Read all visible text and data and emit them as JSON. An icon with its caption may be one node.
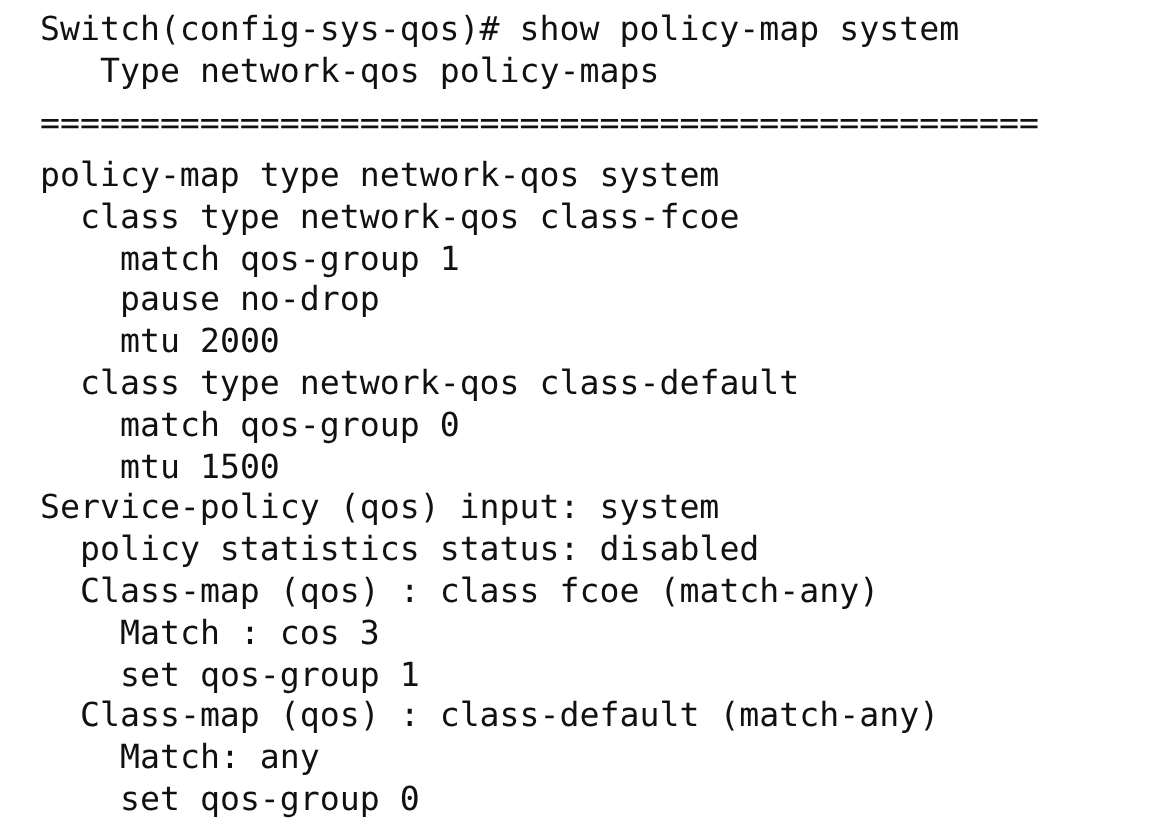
{
  "diagram": {
    "labels": [
      "Switch(config-sys-qos)# show policy-map system",
      "Type network-qos policy-maps",
      "==================================================",
      "policy-map type network-qos system",
      "class type network-qos class-fcoe",
      "match qos-group 1",
      "pause no-drop",
      "mtu 2000",
      "class type network-qos class-default",
      "match qos-group 0",
      "mtu 1500",
      "Service-policy (qos) input: system",
      "policy statistics status: disabled",
      "Class-map (qos) : class fcoe (match-any)",
      "Match : cos 3",
      "set qos-group 1",
      "Class-map (qos) : class-default (match-any)",
      "Match: any",
      "set qos-group 0"
    ]
  }
}
